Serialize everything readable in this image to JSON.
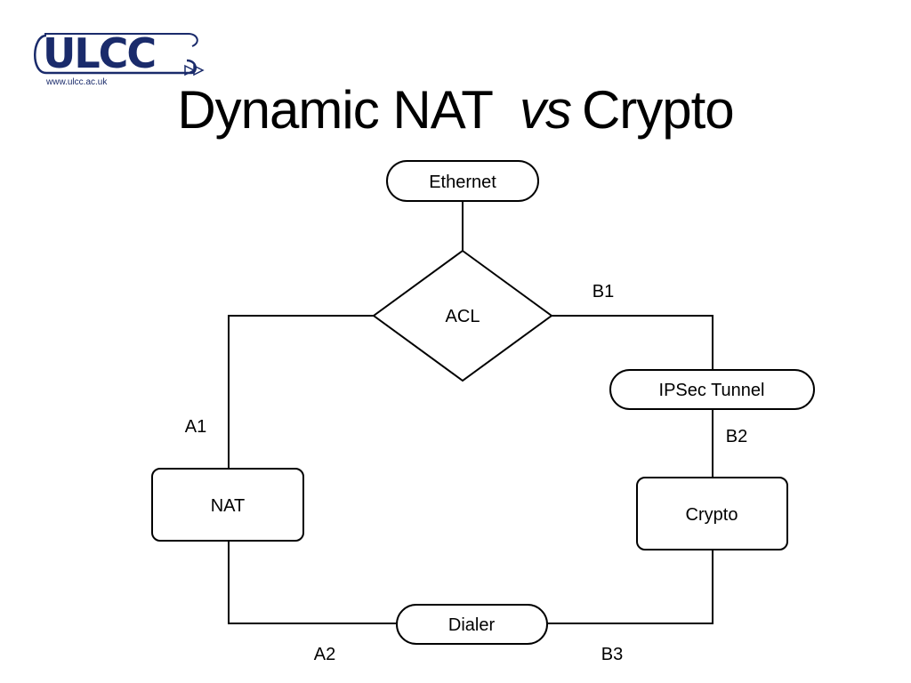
{
  "logo": {
    "text": "ULCC",
    "url": "www.ulcc.ac.uk",
    "color": "#1a2b6b"
  },
  "title": {
    "part1": "Dynamic NAT",
    "vs": "vs",
    "part2": "Crypto"
  },
  "nodes": {
    "ethernet": "Ethernet",
    "acl": "ACL",
    "ipsec": "IPSec Tunnel",
    "nat": "NAT",
    "crypto": "Crypto",
    "dialer": "Dialer"
  },
  "edge_labels": {
    "a1": "A1",
    "a2": "A2",
    "b1": "B1",
    "b2": "B2",
    "b3": "B3"
  }
}
